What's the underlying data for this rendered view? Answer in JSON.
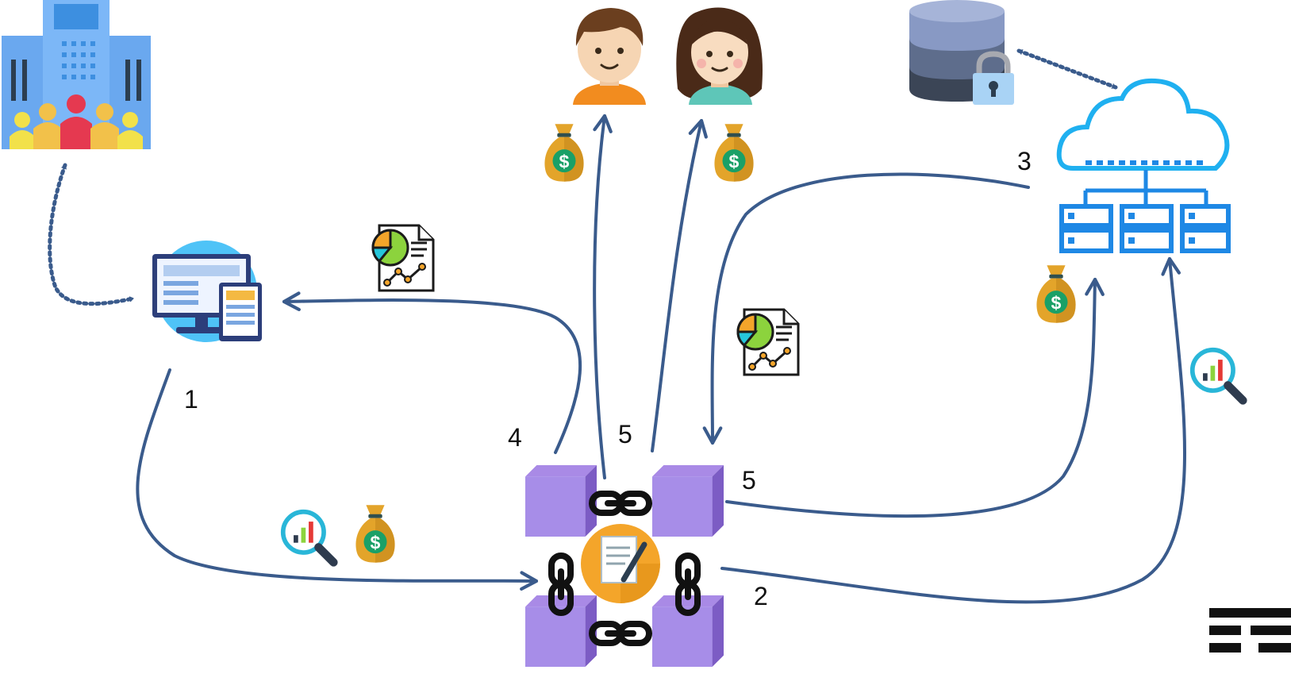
{
  "colors": {
    "arrow": "#3a5b8c",
    "block": "#a98ae6",
    "block_dark": "#7c5cc4",
    "cloud": "#1fb0f0",
    "server": "#1e88e5",
    "money": "#e3a42a",
    "money_dark": "#c3851a",
    "dollar": "#1aa067"
  },
  "icons": {
    "company": "company-building-icon",
    "platform": "computer-platform-icon",
    "user_male": "male-user-icon",
    "user_female": "female-user-icon",
    "database": "locked-database-icon",
    "cloud": "cloud-server-icon",
    "blockchain": "blockchain-contract-icon",
    "report": "report-chart-icon",
    "analytics": "analytics-search-icon",
    "money": "money-bag-icon",
    "logo": "logo-mark-icon"
  },
  "steps": {
    "step1": "1",
    "step2": "2",
    "step3": "3",
    "step4": "4",
    "step5a": "5",
    "step5b": "5"
  }
}
